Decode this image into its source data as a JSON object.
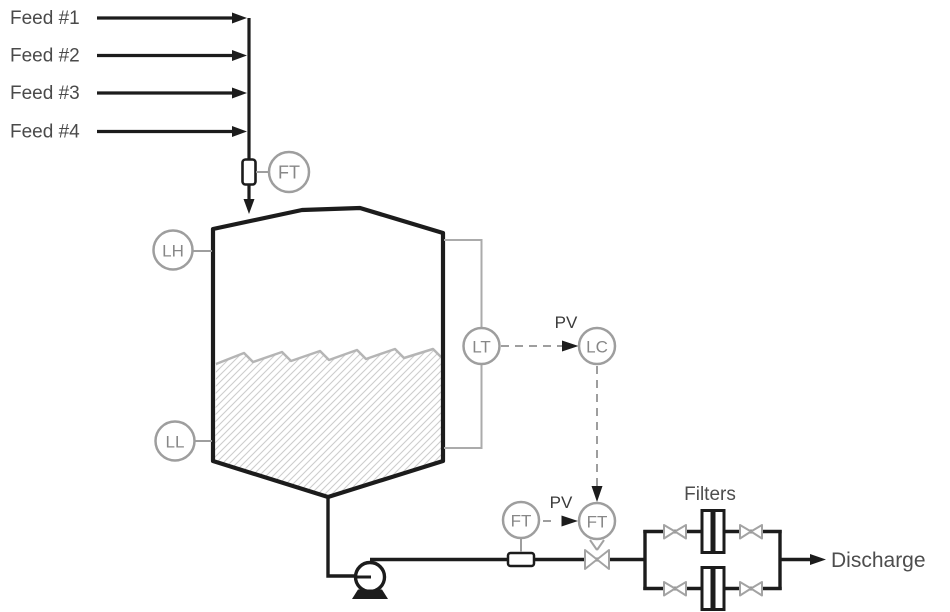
{
  "feeds": [
    "Feed #1",
    "Feed #2",
    "Feed #3",
    "Feed #4"
  ],
  "instruments": {
    "feed_flow_transmitter": "FT",
    "level_high_switch": "LH",
    "level_low_switch": "LL",
    "level_transmitter": "LT",
    "level_controller": "LC",
    "pump_flow_transmitter": "FT",
    "valve_flow_transmitter": "FT"
  },
  "signals": {
    "lc_input_label": "PV",
    "valve_input_label": "PV"
  },
  "labels": {
    "filters": "Filters",
    "discharge": "Discharge"
  },
  "colors": {
    "process_line": "#1c1c1c",
    "instrument_gray": "#9e9e9e",
    "level_line_gray": "#b5b5b5",
    "hatch_gray": "#cdcdcd",
    "label_text": "#4d4d4d"
  }
}
